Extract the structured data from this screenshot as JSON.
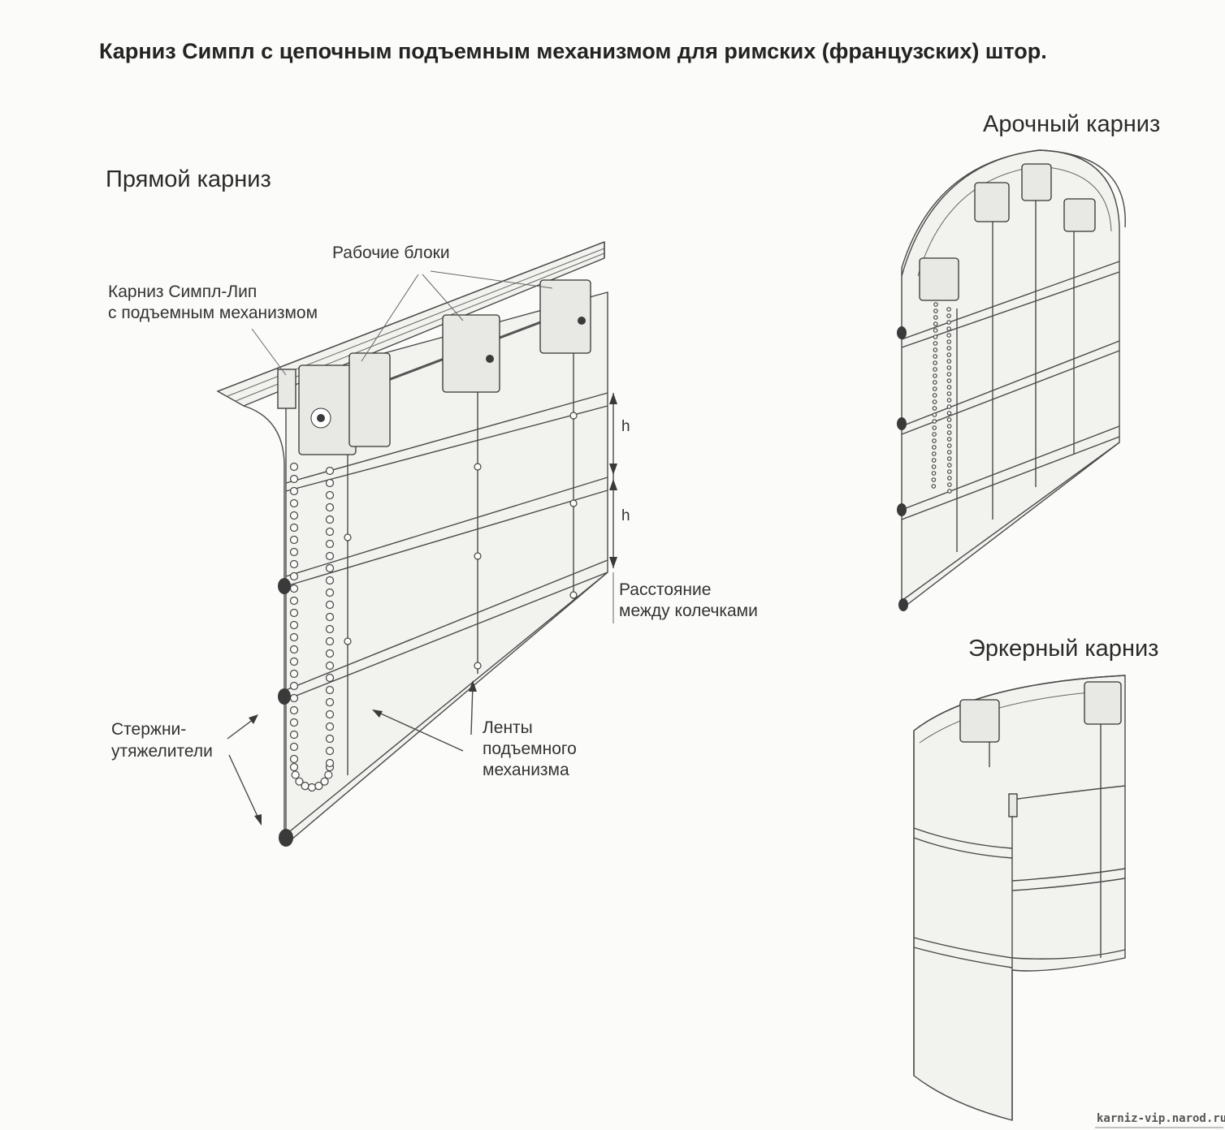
{
  "title": "Карниз Симпл с цепочным подъемным механизмом для римских (французских) штор.",
  "sections": {
    "straight": "Прямой карниз",
    "arched": "Арочный карниз",
    "bay": "Эркерный карниз"
  },
  "labels": {
    "working_blocks": "Рабочие блоки",
    "cornice_line1": "Карниз Симпл-Лип",
    "cornice_line2": "с подъемным механизмом",
    "ring_distance_line1": "Расстояние",
    "ring_distance_line2": "между колечками",
    "weight_rods_line1": "Стержни-",
    "weight_rods_line2": "утяжелители",
    "tapes_line1": "Ленты",
    "tapes_line2": "подъемного",
    "tapes_line3": "механизма",
    "h_top": "h",
    "h_bottom": "h"
  },
  "watermark": "karniz-vip.narod.ru"
}
